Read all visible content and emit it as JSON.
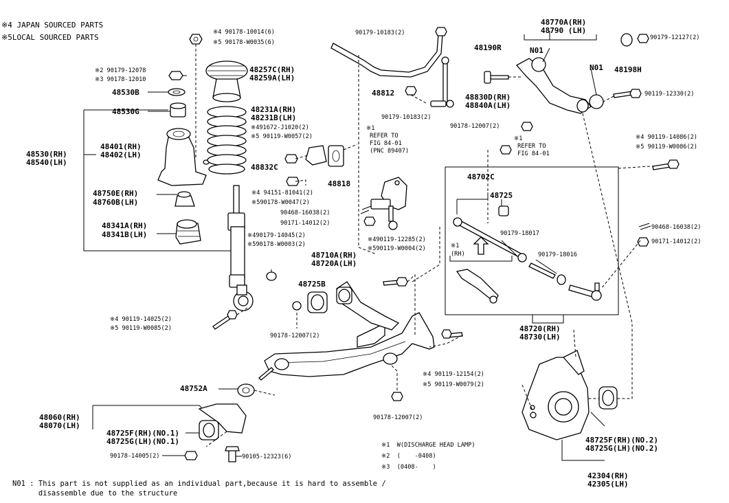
{
  "legend": {
    "japan": "※4 JAPAN SOURCED PARTS",
    "local": "※5LOCAL SOURCED PARTS"
  },
  "labels": {
    "p90178_10014": "※4 90178-10014(6)",
    "p90178_w0035": "※5 90178-W0035(6)",
    "p90179_12078": "※2 90179-12078",
    "p90178_12010": "※3 90178-12010",
    "p48530b": "48530B",
    "p48530g": "48530G",
    "p48257c": "48257C(RH)",
    "p48259a": "48259A(LH)",
    "p48231a": "48231A(RH)",
    "p48231b": "48231B(LH)",
    "p91672": "※491672-J1020(2)",
    "p90119_w0057": "※5 90119-W0057(2)",
    "p48832c": "48832C",
    "p48818": "48818",
    "p48530": "48530(RH)",
    "p48540": "48540(LH)",
    "p48401": "48401(RH)",
    "p48402": "48402(LH)",
    "p48750e": "48750E(RH)",
    "p48760b": "48760B(LH)",
    "p48341a": "48341A(RH)",
    "p48341b": "48341B(LH)",
    "p94151": "※4 94151-81041(2)",
    "p90178_w0047": "※590178-W0047(2)",
    "p90179_14045": "※490179-14045(2)",
    "p90178_w0003": "※590178-W0003(2)",
    "p90179_10183a": "90179-10183(2)",
    "p48812": "48812",
    "p90179_10183b": "90179-10183(2)",
    "p48830d": "48830D(RH)",
    "p48840a": "48840A(LH)",
    "refer1": "※1\n REFER TO\n FIG 84-01\n (PNC 89407)",
    "p90468_16038a": "90468-16038(2)",
    "p90171_14012a": "90171-14012(2)",
    "p90119_12285": "※490119-12285(2)",
    "p90119_w0004": "※590119-W0004(2)",
    "p48710a": "48710A(RH)",
    "p48720a": "48720A(LH)",
    "p48725b": "48725B",
    "p90119_14025": "※4 90119-14025(2)",
    "p90119_w0085": "※5 90119-W0085(2)",
    "p90178_12007a": "90178-12007(2)",
    "p48752a": "48752A",
    "p48060": "48060(RH)",
    "p48070": "48070(LH)",
    "p48725f1": "48725F(RH)(NO.1)",
    "p48725g1": "48725G(LH)(NO.1)",
    "p90178_14005": "90178-14005(2)",
    "p90105_12323": "90105-12323(6)",
    "p90119_12154": "※4 90119-12154(2)",
    "p90119_w0079": "※5 90119-W0079(2)",
    "p90178_12007b": "90178-12007(2)",
    "p48770a": "48770A(RH)",
    "p48790": "48790 (LH)",
    "p90179_12127": "90179-12127(2)",
    "p48190r": "48190R",
    "n01a": "N01",
    "n01b": "N01",
    "p48198h": "48198H",
    "p90119_12330": "90119-12330(2)",
    "p90178_12007c": "90178-12007(2)",
    "refer2": "※1\n REFER TO\n FIG 84-01",
    "p90119_14086": "※4 90119-14086(2)",
    "p90119_w0086": "※5 90119-W0086(2)",
    "p48702c": "48702C",
    "p48725": "48725",
    "p90179_18017": "90179-18017",
    "rh": "※1\n(RH)",
    "p90179_18016": "90179-18016",
    "p90468_16038b": "90468-16038(2)",
    "p90171_14012b": "90171-14012(2)",
    "p48720": "48720(RH)",
    "p48730": "48730(LH)",
    "p48725f2": "48725F(RH)(NO.2)",
    "p48725g2": "48725G(LH)(NO.2)",
    "p42304": "42304(RH)",
    "p42305": "42305(LH)"
  },
  "footnotes": {
    "f1": "※1  W(DISCHARGE HEAD LAMP)",
    "f2": "※2  (    -0408)",
    "f3": "※3  (0408-    )"
  },
  "note": {
    "line1": "N01 : This part is not supplied as an individual part,because it is hard to assemble /",
    "line2": "      disassemble due to the structure"
  }
}
